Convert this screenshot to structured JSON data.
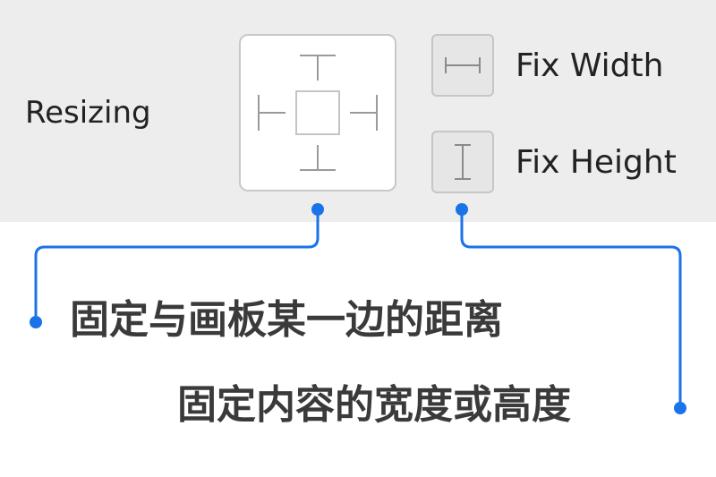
{
  "inspector": {
    "section_label": "Resizing",
    "fix_width_label": "Fix Width",
    "fix_height_label": "Fix Height"
  },
  "annotations": {
    "pin_edges_note": "固定与画板某一边的距离",
    "fix_size_note": "固定内容的宽度或高度"
  },
  "colors": {
    "panel_background": "#ededed",
    "connector_blue": "#1a73e8",
    "icon_gray": "#9a9a9a"
  },
  "icons": {
    "pin_widget": "pin-edges-widget",
    "fix_width": "horizontal-bracket-icon",
    "fix_height": "vertical-bracket-icon"
  }
}
